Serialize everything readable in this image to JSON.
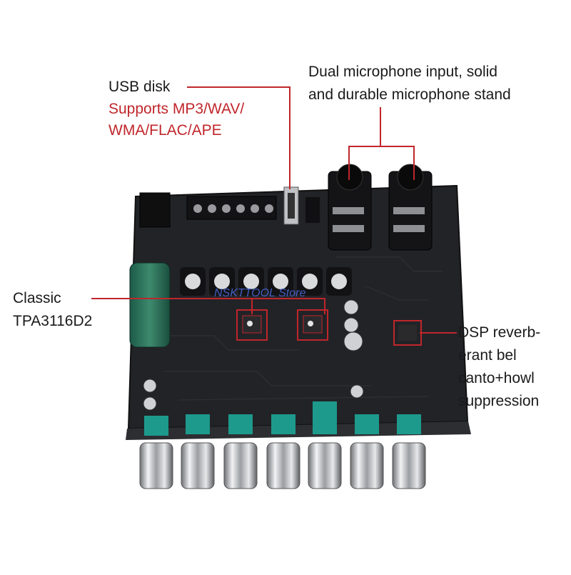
{
  "callouts": {
    "usb": {
      "title": "USB disk",
      "subtitle_line1": "Supports MP3/WAV/",
      "subtitle_line2": "WMA/FLAC/APE"
    },
    "mic": {
      "line1": "Dual microphone input, solid",
      "line2": "and durable microphone stand"
    },
    "amp": {
      "line1": "Classic",
      "line2": "TPA3116D2"
    },
    "dsp": {
      "line1": "DSP reverb-",
      "line2": "erant bel",
      "line3": "canto+howl",
      "line4": "suppression"
    }
  },
  "watermark": "NSKTTOOL Store",
  "colors": {
    "callout_line": "#c0262b",
    "callout_text": "#1a1a1a",
    "highlight_text": "#c0262b",
    "board": "#1f2024",
    "knob_base": "#1d9a8c"
  }
}
